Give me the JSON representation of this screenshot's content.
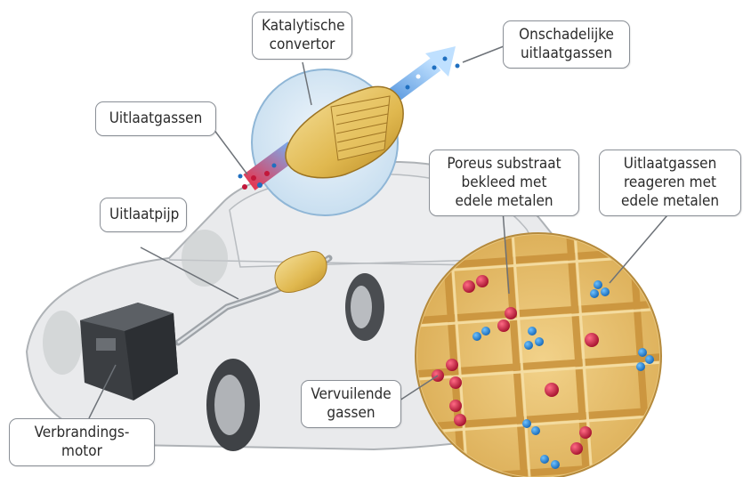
{
  "labels": {
    "catalytic_converter": [
      "Katalytische",
      "convertor"
    ],
    "harmless_exhaust": [
      "Onschadelijke",
      "uitlaatgassen"
    ],
    "exhaust_gases": "Uitlaatgassen",
    "exhaust_pipe": "Uitlaatpijp",
    "porous_substrate": [
      "Poreus substraat",
      "bekleed met",
      "edele metalen"
    ],
    "gases_react": [
      "Uitlaatgassen",
      "reageren met",
      "edele metalen"
    ],
    "polluting_gases": [
      "Vervuilende",
      "gassen"
    ],
    "combustion_engine": [
      "Verbrandings-",
      "motor"
    ]
  },
  "colors": {
    "label_border": "#8a8f96",
    "converter_gold": "#e0b84f",
    "closeup_circle": "#c9dff0",
    "pollutant_particle": "#c3173a",
    "clean_particle": "#1f6fc0",
    "substrate": "#e8c57c"
  }
}
